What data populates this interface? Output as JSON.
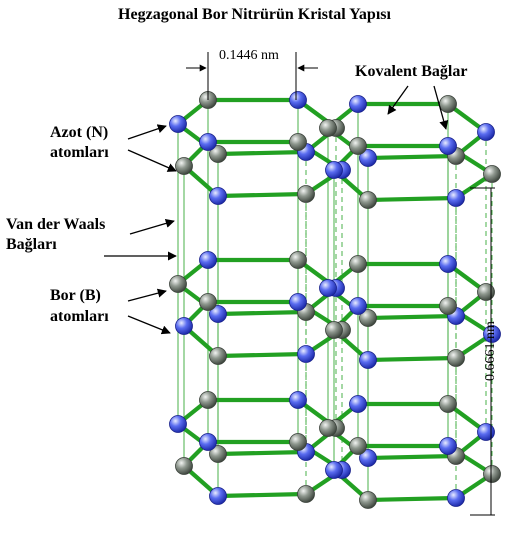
{
  "title": "Hegzagonal Bor Nitrürün Kristal Yapısı",
  "labels": {
    "azot_line1": "Azot (N)",
    "azot_line2": "atomları",
    "vdw_line1": "Van der Waals",
    "vdw_line2": "Bağları",
    "bor_line1": "Bor (B)",
    "bor_line2": "atomları",
    "kovalent": "Kovalent Bağlar"
  },
  "dimensions": {
    "bond_length": "0.1446 nm",
    "layer_spacing": "0.6661 nm"
  },
  "colors": {
    "bond": "#22a022",
    "vdw_line": "#5ab85a",
    "nitrogen": "#3a4fe0",
    "boron": "#7f8c7f",
    "text": "#000000"
  },
  "legend": {
    "nitrogen_icon": "blue-sphere",
    "boron_icon": "gray-sphere"
  }
}
